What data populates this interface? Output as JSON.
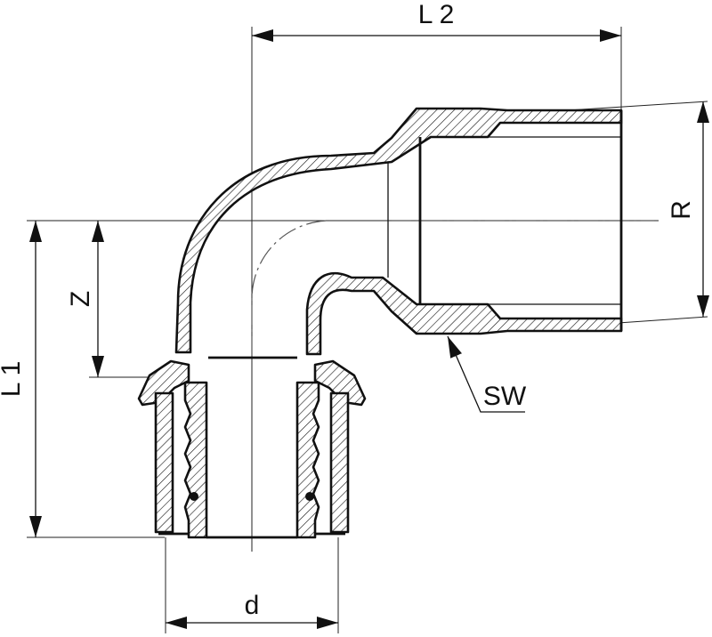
{
  "labels": {
    "l2": "L 2",
    "l1": "L 1",
    "z": "Z",
    "r": "R",
    "sw": "SW",
    "d": "d"
  },
  "colors": {
    "line": "#111111",
    "background": "#ffffff"
  }
}
